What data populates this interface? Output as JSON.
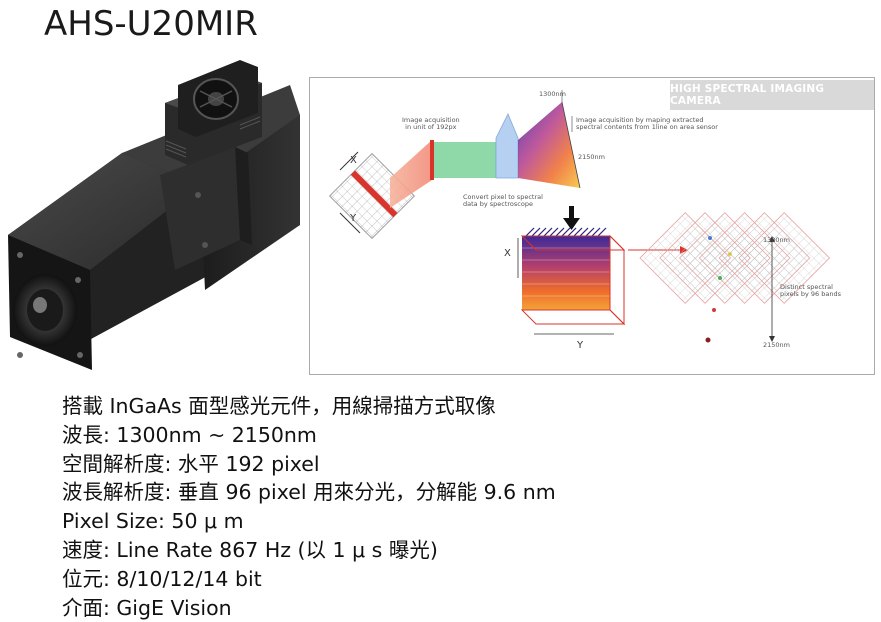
{
  "title": "AHS-U20MIR",
  "diagram": {
    "title": "HIGH SPECTRAL IMAGING CAMERA",
    "label_acq": "Image acquisition\nin unit of 192px",
    "label_1300_top": "1300nm",
    "label_mapping": "Image acquisition by maping extracted\nspectral contents from 1line on area sensor",
    "label_2150_mid": "2150nm",
    "label_convert": "Convert pixel to spectral\ndata by spectroscope",
    "label_x1": "X",
    "label_y1": "Y",
    "label_x2": "X",
    "label_y2": "Y",
    "label_1300_right": "1300nm",
    "label_distinct": "Distinct spectral\npixels by 96 bands",
    "label_2150_right": "2150nm"
  },
  "specs": [
    "搭載 InGaAs 面型感光元件，用線掃描方式取像",
    "波長: 1300nm ~ 2150nm",
    "空間解析度: 水平 192 pixel",
    "波長解析度: 垂直 96 pixel 用來分光，分解能 9.6 nm",
    "Pixel Size: 50 μ m",
    "速度: Line Rate 867 Hz (以 1 μ s 曝光)",
    "位元: 8/10/12/14 bit",
    "介面: GigE Vision"
  ]
}
